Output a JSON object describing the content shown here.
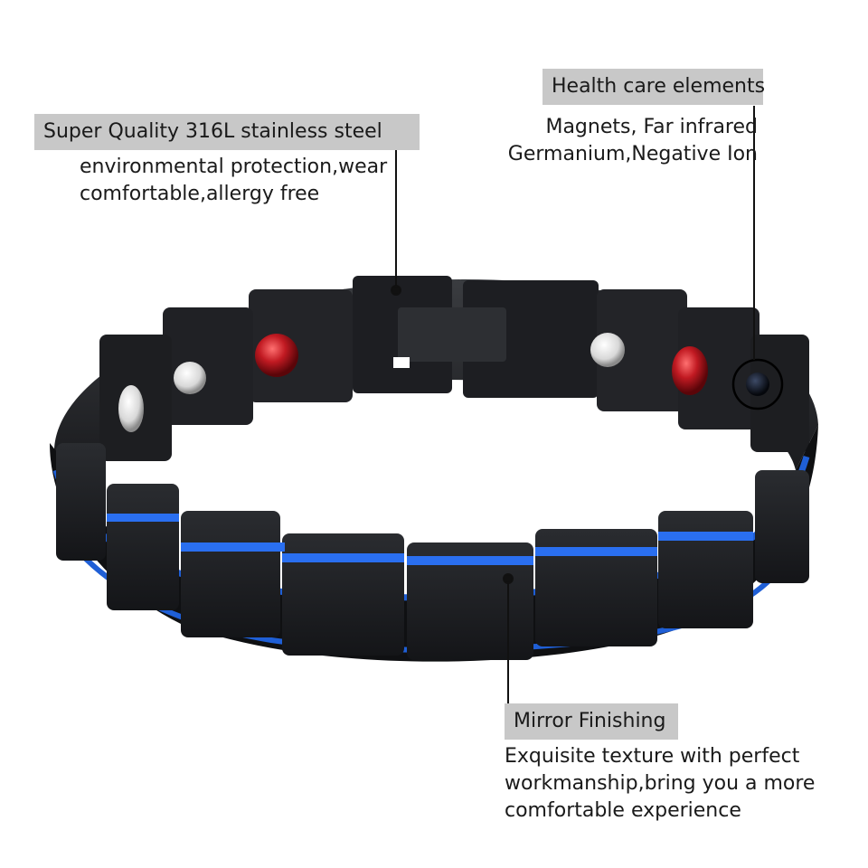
{
  "callouts": {
    "steel": {
      "title": "Super Quality 316L stainless steel",
      "description": "environmental protection,wear\ncomfortable,allergy free"
    },
    "health": {
      "title": "Health care elements",
      "description": "Magnets, Far infrared\nGermanium,Negative Ion"
    },
    "mirror": {
      "title": "Mirror Finishing",
      "description": "Exquisite texture with perfect\nworkmanship,bring you a more\ncomfortable experience"
    }
  },
  "colors": {
    "link_black": "#1b1d21",
    "accent_blue": "#1f5fd6",
    "stone_red": "#b3131b",
    "magnet_silver": "#e4e4e4",
    "label_gray": "#c8c8c8"
  }
}
